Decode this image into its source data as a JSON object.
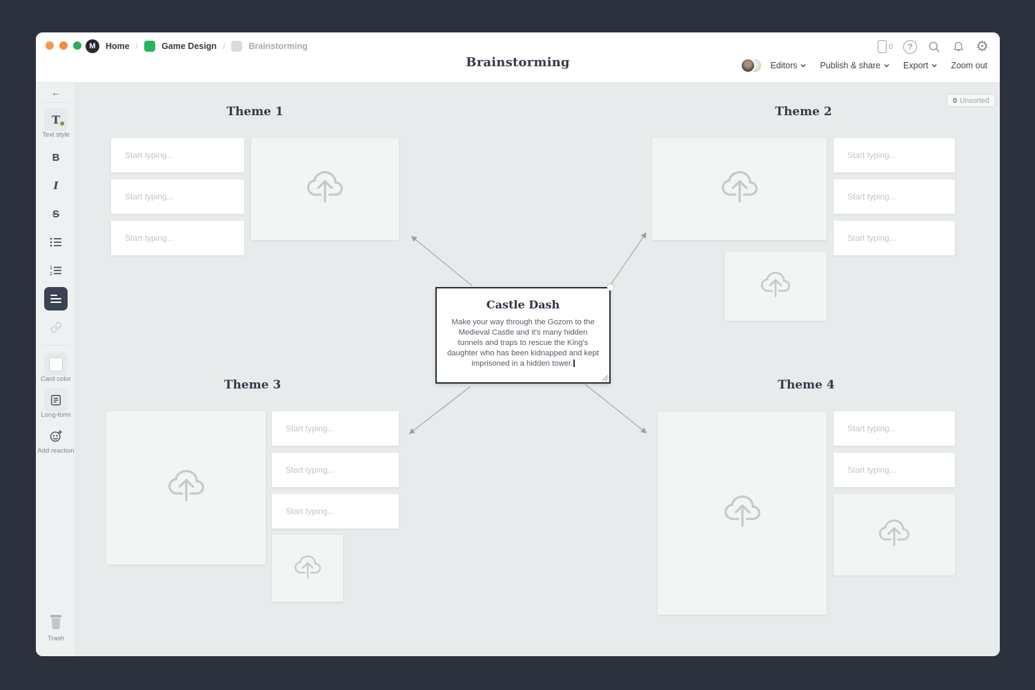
{
  "breadcrumb": {
    "home": "Home",
    "separator": "/",
    "board": "Game Design",
    "page": "Brainstorming"
  },
  "topbar": {
    "mobile_count": "0"
  },
  "toolbar": {
    "title": "Brainstorming",
    "editors": "Editors",
    "publish_share": "Publish & share",
    "export": "Export",
    "zoom_out": "Zoom out"
  },
  "sidebar": {
    "text_style": "Text style",
    "bold": "B",
    "italic": "I",
    "strikethrough": "S",
    "card_color": "Card color",
    "long_form": "Long-form",
    "add_reaction": "Add reaction",
    "trash": "Trash"
  },
  "icons": {
    "logo": "M",
    "back_arrow": "←",
    "help": "?",
    "gear": "⚙",
    "text_style_glyph": "T."
  },
  "canvas": {
    "unsorted_count": "0",
    "unsorted_label": "Unsorted",
    "placeholder_text": "Start typing...",
    "themes": [
      {
        "title": "Theme 1"
      },
      {
        "title": "Theme 2"
      },
      {
        "title": "Theme 3"
      },
      {
        "title": "Theme 4"
      }
    ],
    "center_card": {
      "title": "Castle Dash",
      "body": "Make your way through the Gozom to the Medieval Castle and it's many hidden tunnels and traps to rescue the King's daughter who has been kidnapped and kept imprisoned in a hidden tower."
    }
  },
  "colors": {
    "frame": "#2c323d",
    "canvas_bg": "#e8ebeb",
    "accent_green": "#27b563",
    "traffic_orange_1": "#f5974f",
    "traffic_orange_2": "#ef8b40",
    "traffic_green": "#2eae5d",
    "arrow_gray": "#9aa0a5"
  }
}
